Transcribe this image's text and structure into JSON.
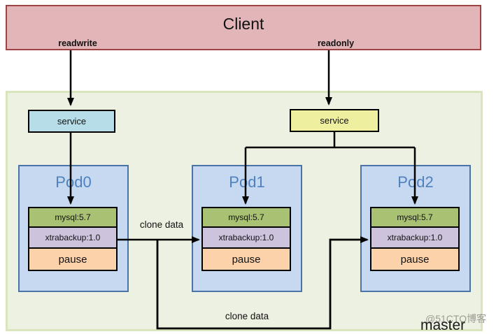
{
  "client": {
    "title": "Client",
    "readwrite_label": "readwrite",
    "readonly_label": "readonly"
  },
  "services": {
    "readwrite_service": "service",
    "readonly_service": "service"
  },
  "pods": [
    {
      "name": "Pod0",
      "containers": [
        {
          "label": "mysql:5.7"
        },
        {
          "label": "xtrabackup:1.0"
        },
        {
          "label": "pause"
        }
      ]
    },
    {
      "name": "Pod1",
      "containers": [
        {
          "label": "mysql:5.7"
        },
        {
          "label": "xtrabackup:1.0"
        },
        {
          "label": "pause"
        }
      ]
    },
    {
      "name": "Pod2",
      "containers": [
        {
          "label": "mysql:5.7"
        },
        {
          "label": "xtrabackup:1.0"
        },
        {
          "label": "pause"
        }
      ]
    }
  ],
  "edges": {
    "clone_data_top_label": "clone data",
    "clone_data_bottom_label": "clone data"
  },
  "annotations": {
    "master_label": "master",
    "watermark": "@51CTO博客"
  },
  "colors": {
    "client_fill": "#e2b6b8",
    "client_border": "#9e4345",
    "cluster_fill": "#edf1e1",
    "cluster_border": "#d9e5bd",
    "service_rw_fill": "#b7dee8",
    "service_ro_fill": "#eef0a0",
    "pod_fill": "#c6d9f1",
    "pod_border": "#4a74a8",
    "pod_title": "#4f81bd",
    "mysql_fill": "#a9c173",
    "xtrabackup_fill": "#cec3dd",
    "pause_fill": "#fcd2ab",
    "box_border": "#000000",
    "line_color": "#000000",
    "master_color": "#1a1a1a",
    "watermark_color": "#9c9c96"
  }
}
